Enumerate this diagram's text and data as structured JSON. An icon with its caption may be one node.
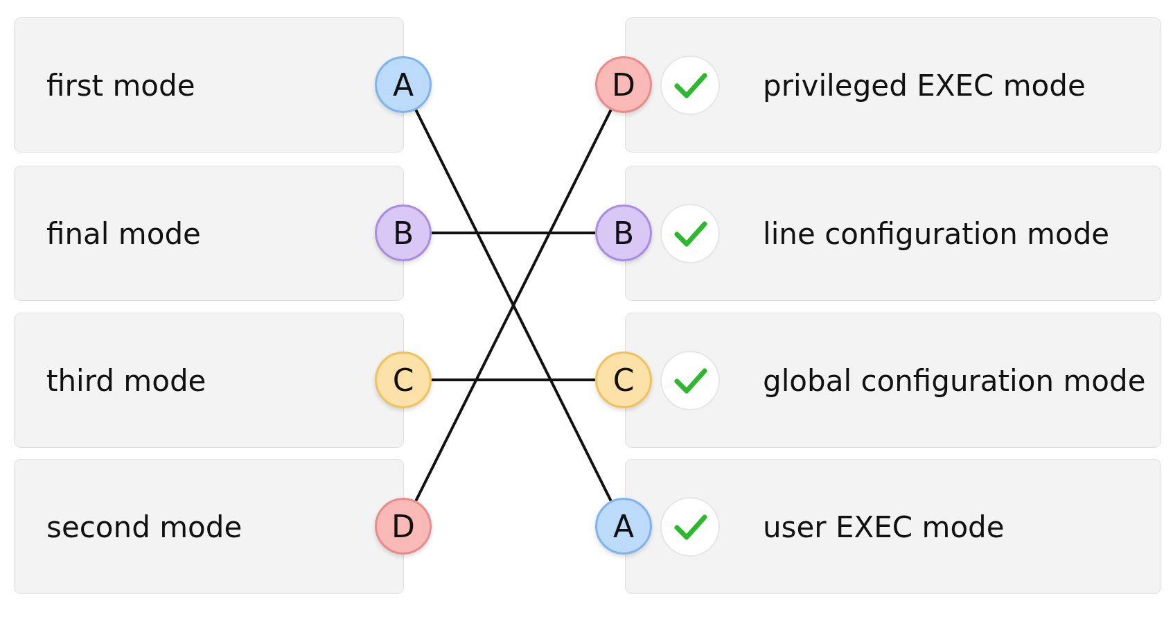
{
  "diagram": {
    "nodes": [
      {
        "text": [
          "first mode"
        ]
      },
      {
        "text": [
          "A"
        ]
      },
      {
        "text": [
          "D"
        ]
      },
      {
        "text": [
          "privileged EXEC mode"
        ]
      },
      {
        "text": [
          "final mode"
        ]
      },
      {
        "text": [
          "B"
        ]
      },
      {
        "text": [
          "B"
        ]
      },
      {
        "text": [
          "line configuration mode"
        ]
      },
      {
        "text": [
          "third mode"
        ]
      },
      {
        "text": [
          "C"
        ]
      },
      {
        "text": [
          "C"
        ]
      },
      {
        "text": [
          "global configuration mode"
        ]
      },
      {
        "text": [
          "second mode"
        ]
      },
      {
        "text": [
          "D"
        ]
      },
      {
        "text": [
          "A"
        ]
      },
      {
        "text": [
          "user EXEC mode"
        ]
      }
    ],
    "edges": [
      {
        "from": 1,
        "to": 14,
        "arrow": "none"
      },
      {
        "from": 5,
        "to": 6,
        "arrow": "none"
      },
      {
        "from": 9,
        "to": 10,
        "arrow": "none"
      },
      {
        "from": 13,
        "to": 2,
        "arrow": "none"
      }
    ]
  }
}
